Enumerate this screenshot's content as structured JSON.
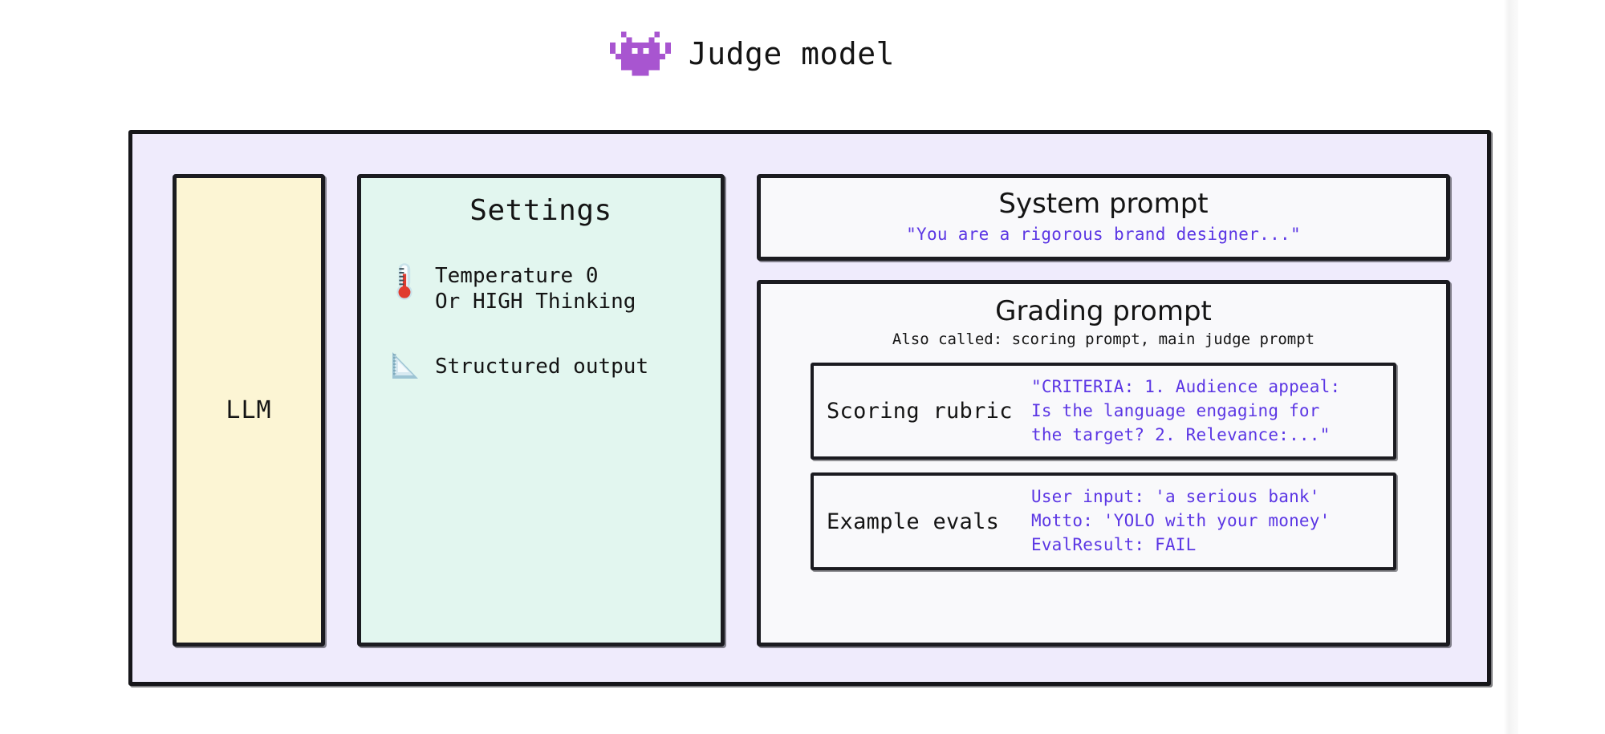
{
  "header": {
    "icon": "space-invader-alien-icon",
    "icon_color": "#a855d0",
    "title": "Judge model"
  },
  "llm": {
    "label": "LLM",
    "bg_color": "#fcf5d4"
  },
  "settings": {
    "title": "Settings",
    "bg_color": "#e2f6ef",
    "items": [
      {
        "icon": "thermometer-icon",
        "text": "Temperature 0\nOr HIGH Thinking"
      },
      {
        "icon": "triangular-ruler-icon",
        "text": "Structured output"
      }
    ]
  },
  "system_prompt": {
    "title": "System prompt",
    "quote": "\"You are a rigorous brand designer...\""
  },
  "grading_prompt": {
    "title": "Grading prompt",
    "subtitle": "Also called: scoring prompt, main judge prompt",
    "rows": [
      {
        "label": "Scoring rubric",
        "value": "\"CRITERIA: 1. Audience appeal:\nIs the language engaging for\nthe target? 2. Relevance:...\""
      },
      {
        "label": "Example evals",
        "value": "User input: 'a serious bank'\nMotto: 'YOLO with your money'\nEvalResult: FAIL"
      }
    ]
  },
  "colors": {
    "accent_purple": "#5b36e4",
    "outer_panel": "#efebfc",
    "stroke": "#1b1b20",
    "box_light": "#f9f9fb"
  }
}
